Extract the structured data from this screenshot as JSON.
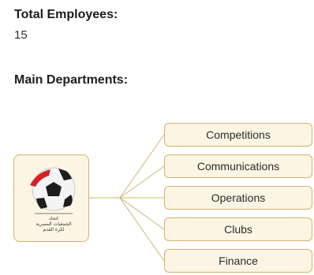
{
  "summary": {
    "employees_label": "Total Employees:",
    "employees_value": "15",
    "departments_label": "Main Departments:"
  },
  "org_chart": {
    "root_logo": "football-association-logo",
    "logo_text": [
      "اتحاد",
      "الجمعيات المصرية",
      "لكرة القدم"
    ],
    "departments": [
      "Competitions",
      "Communications",
      "Operations",
      "Clubs",
      "Finance"
    ]
  },
  "colors": {
    "box_border": "#d4b36a",
    "box_fill": "#fcf5e4",
    "connector": "#d4b36a"
  }
}
